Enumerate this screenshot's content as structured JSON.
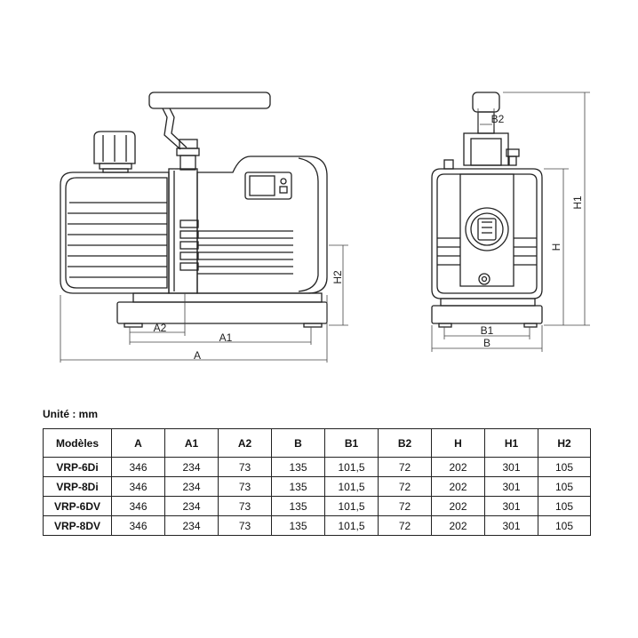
{
  "drawing": {
    "labels": {
      "a": "A",
      "a1": "A1",
      "a2": "A2",
      "h2": "H2",
      "b": "B",
      "b1": "B1",
      "b2": "B2",
      "h": "H",
      "h1": "H1"
    }
  },
  "table": {
    "unit_label": "Unité : mm",
    "columns": [
      "Modèles",
      "A",
      "A1",
      "A2",
      "B",
      "B1",
      "B2",
      "H",
      "H1",
      "H2"
    ],
    "rows": [
      [
        "VRP-6Di",
        "346",
        "234",
        "73",
        "135",
        "101,5",
        "72",
        "202",
        "301",
        "105"
      ],
      [
        "VRP-8Di",
        "346",
        "234",
        "73",
        "135",
        "101,5",
        "72",
        "202",
        "301",
        "105"
      ],
      [
        "VRP-6DV",
        "346",
        "234",
        "73",
        "135",
        "101,5",
        "72",
        "202",
        "301",
        "105"
      ],
      [
        "VRP-8DV",
        "346",
        "234",
        "73",
        "135",
        "101,5",
        "72",
        "202",
        "301",
        "105"
      ]
    ]
  }
}
